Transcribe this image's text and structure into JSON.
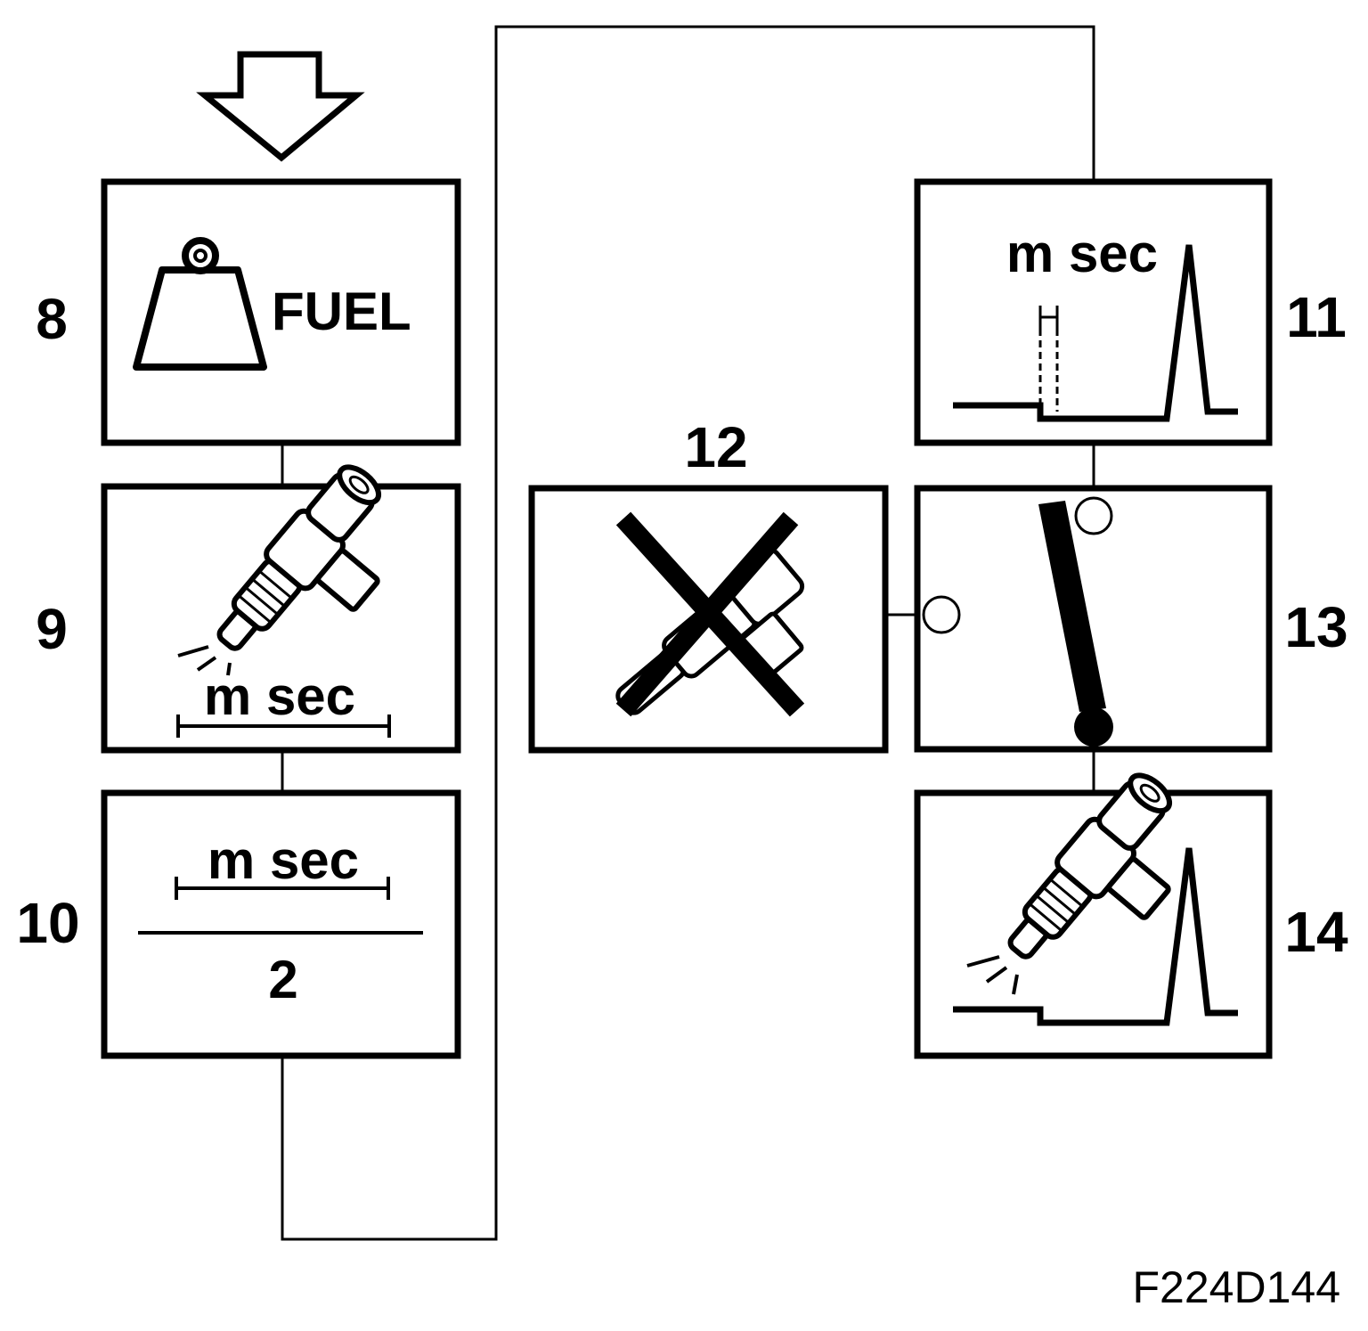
{
  "steps": [
    {
      "number": "8",
      "text": "FUEL",
      "icon": "weight-icon"
    },
    {
      "number": "9",
      "text": "m sec",
      "icon": "fuel-injector-icon"
    },
    {
      "number": "10",
      "text": "m sec",
      "divisor": "2",
      "icon": "fraction-icon"
    },
    {
      "number": "11",
      "text": "m sec",
      "icon": "injection-pulse-waveform-icon"
    },
    {
      "number": "12",
      "icon": "crossed-out-injector-icon"
    },
    {
      "number": "13",
      "icon": "exclamation-mark-icon"
    },
    {
      "number": "14",
      "icon": "injector-waveform-icon"
    }
  ],
  "figure_id": "F224D144"
}
